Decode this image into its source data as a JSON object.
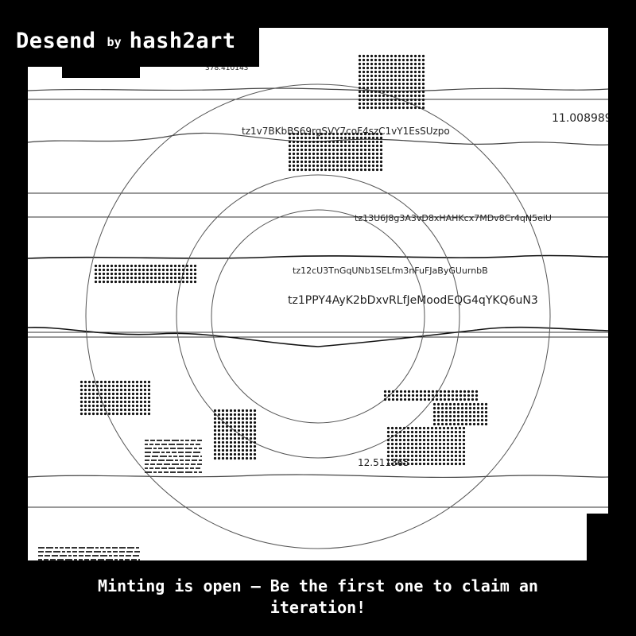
{
  "header": {
    "project": "Desend",
    "by": "by",
    "artist": "hash2art"
  },
  "artwork": {
    "wallets": [
      "tz1v7BKbBS69rgSVY7coF4szC1vY1EsSUzpo",
      "tz13U6J8g3A3vD8xHAHKcx7MDv8Cr4qN5eiU",
      "tz12cU3TnGqUNb1SELfm3nFuFJaByGUurnbB",
      "tz1PPY4AyK2bDxvRLfJeMoodEQG4qYKQ6uN3"
    ],
    "numbers": [
      "11.008989",
      "12.511365",
      "378.410143"
    ]
  },
  "footer": {
    "line1": "Minting is open — Be the first one to claim an",
    "line2": "iteration!"
  },
  "colors": {
    "frame": "#000000",
    "canvas": "#ffffff",
    "ink": "#111111",
    "text": "#ffffff"
  }
}
